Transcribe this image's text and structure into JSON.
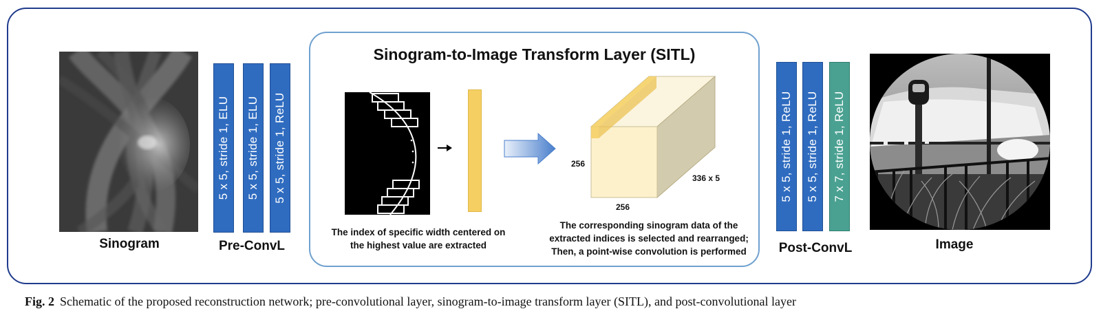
{
  "sinogram": {
    "label": "Sinogram"
  },
  "pre_convl": {
    "label": "Pre-ConvL",
    "layers": [
      "5 x 5, stride 1, ELU",
      "5 x 5, stride 1, ELU",
      "5 x 5, stride 1, ReLU"
    ]
  },
  "sitl": {
    "title": "Sinogram-to-Image Transform Layer (SITL)",
    "caption_left": [
      "The index of specific width centered on",
      "the highest value are extracted"
    ],
    "caption_right": [
      "The corresponding sinogram data of the",
      "extracted indices is selected and rearranged;",
      "Then, a point-wise convolution is performed"
    ],
    "dim_height": "256",
    "dim_width": "256",
    "dim_depth": "336 x 5"
  },
  "post_convl": {
    "label": "Post-ConvL",
    "layers": [
      "5 x 5, stride 1, ReLU",
      "5 x 5, stride 1, ReLU",
      "7 x 7, stride 1, ReLU"
    ]
  },
  "image": {
    "label": "Image"
  },
  "figure_caption": {
    "number": "Fig. 2",
    "text": "Schematic of the proposed reconstruction network; pre-convolutional layer, sinogram-to-image transform layer (SITL), and post-convolutional layer"
  },
  "colors": {
    "frame": "#1f3b8c",
    "sitl_frame": "#6fa0cf",
    "layer_blue": "#2f6cc0",
    "layer_teal": "#4aa191",
    "cube_front": "#fdf1cc",
    "cube_top": "#fbf4df",
    "cube_side": "#d3cbad",
    "highlight": "#f5cf62",
    "arrow": "#4a7fcc"
  },
  "icons": [
    "sinogram-image",
    "sinogram-window-icon",
    "small-arrow-icon",
    "column-vector-icon",
    "block-arrow-icon",
    "feature-cube-icon",
    "reconstructed-image"
  ]
}
